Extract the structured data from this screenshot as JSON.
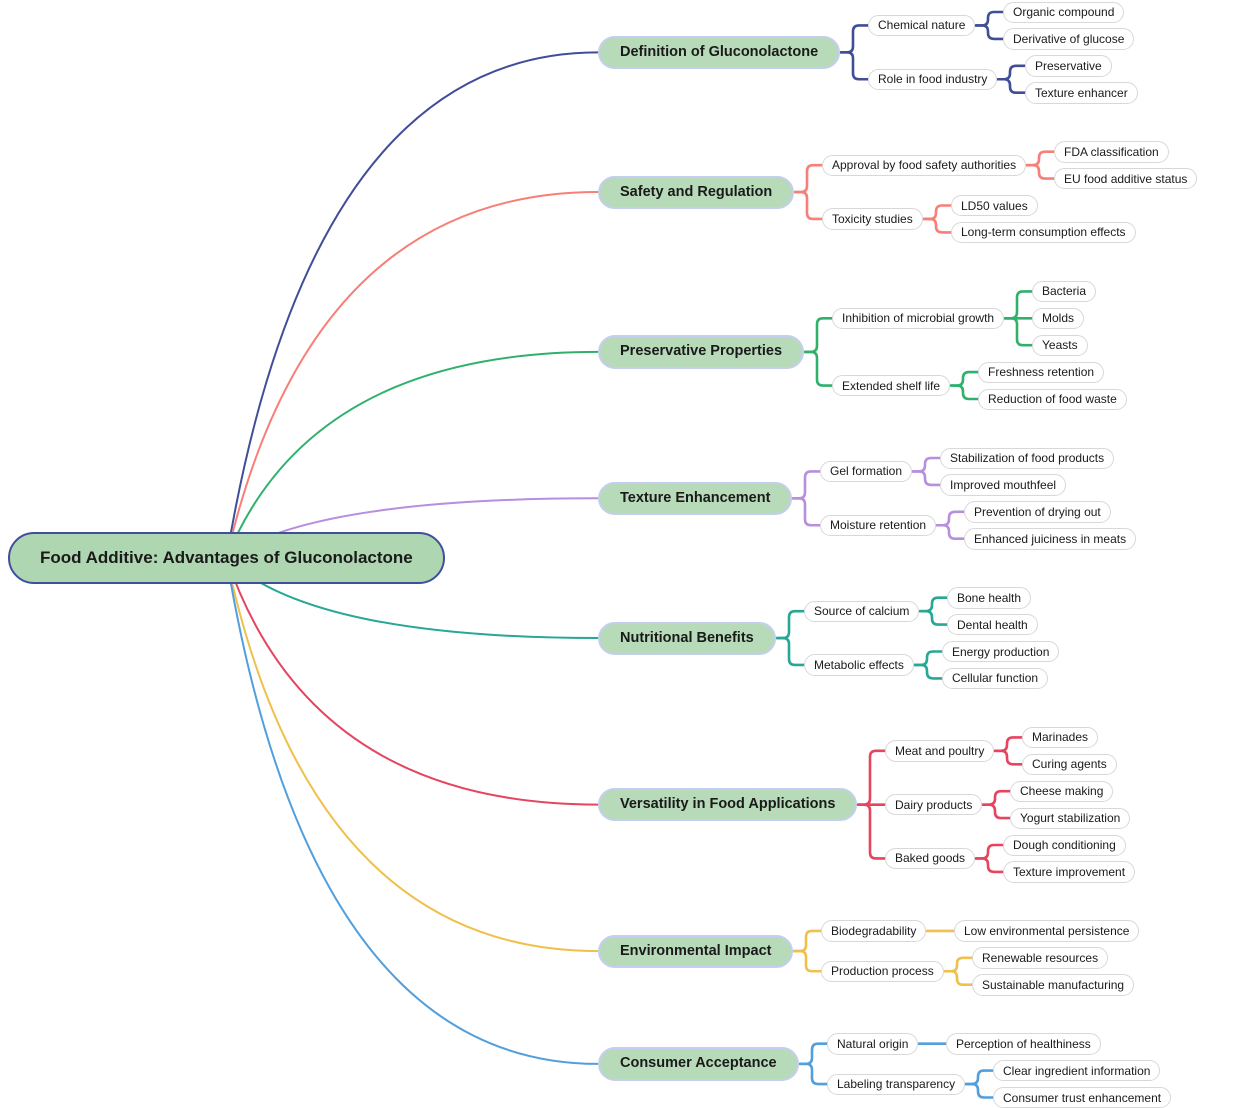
{
  "mindmap": {
    "theme": {
      "background": "#ffffff",
      "root_fill": "#aed6b0",
      "root_border": "#3f4f9e",
      "branch_fill": "#b7dab8",
      "branch_border": "#c5cef0",
      "leaf_fill": "#ffffff",
      "leaf_border": "#d8d8d8",
      "text_color": "#1a1a1a"
    },
    "root": {
      "label": "Food Additive: Advantages of Gluconolactone"
    },
    "branches": [
      {
        "label": "Definition of Gluconolactone",
        "color": "#414e97",
        "children": [
          {
            "label": "Chemical nature",
            "leaves": [
              "Organic compound",
              "Derivative of glucose"
            ]
          },
          {
            "label": "Role in food industry",
            "leaves": [
              "Preservative",
              "Texture enhancer"
            ]
          }
        ]
      },
      {
        "label": "Safety and Regulation",
        "color": "#f87f77",
        "children": [
          {
            "label": "Approval by food safety authorities",
            "leaves": [
              "FDA classification",
              "EU food additive status"
            ]
          },
          {
            "label": "Toxicity studies",
            "leaves": [
              "LD50 values",
              "Long-term consumption effects"
            ]
          }
        ]
      },
      {
        "label": "Preservative Properties",
        "color": "#2fb16c",
        "children": [
          {
            "label": "Inhibition of microbial growth",
            "leaves": [
              "Bacteria",
              "Molds",
              "Yeasts"
            ]
          },
          {
            "label": "Extended shelf life",
            "leaves": [
              "Freshness retention",
              "Reduction of food waste"
            ]
          }
        ]
      },
      {
        "label": "Texture Enhancement",
        "color": "#b78fdc",
        "children": [
          {
            "label": "Gel formation",
            "leaves": [
              "Stabilization of food products",
              "Improved mouthfeel"
            ]
          },
          {
            "label": "Moisture retention",
            "leaves": [
              "Prevention of drying out",
              "Enhanced juiciness in meats"
            ]
          }
        ]
      },
      {
        "label": "Nutritional Benefits",
        "color": "#27a795",
        "children": [
          {
            "label": "Source of calcium",
            "leaves": [
              "Bone health",
              "Dental health"
            ]
          },
          {
            "label": "Metabolic effects",
            "leaves": [
              "Energy production",
              "Cellular function"
            ]
          }
        ]
      },
      {
        "label": "Versatility in Food Applications",
        "color": "#e5455f",
        "children": [
          {
            "label": "Meat and poultry",
            "leaves": [
              "Marinades",
              "Curing agents"
            ]
          },
          {
            "label": "Dairy products",
            "leaves": [
              "Cheese making",
              "Yogurt stabilization"
            ]
          },
          {
            "label": "Baked goods",
            "leaves": [
              "Dough conditioning",
              "Texture improvement"
            ]
          }
        ]
      },
      {
        "label": "Environmental Impact",
        "color": "#f0c04c",
        "children": [
          {
            "label": "Biodegradability",
            "leaves": [
              "Low environmental persistence"
            ]
          },
          {
            "label": "Production process",
            "leaves": [
              "Renewable resources",
              "Sustainable manufacturing"
            ]
          }
        ]
      },
      {
        "label": "Consumer Acceptance",
        "color": "#519fdd",
        "children": [
          {
            "label": "Natural origin",
            "leaves": [
              "Perception of healthiness"
            ]
          },
          {
            "label": "Labeling transparency",
            "leaves": [
              "Clear ingredient information",
              "Consumer trust enhancement"
            ]
          }
        ]
      }
    ]
  }
}
